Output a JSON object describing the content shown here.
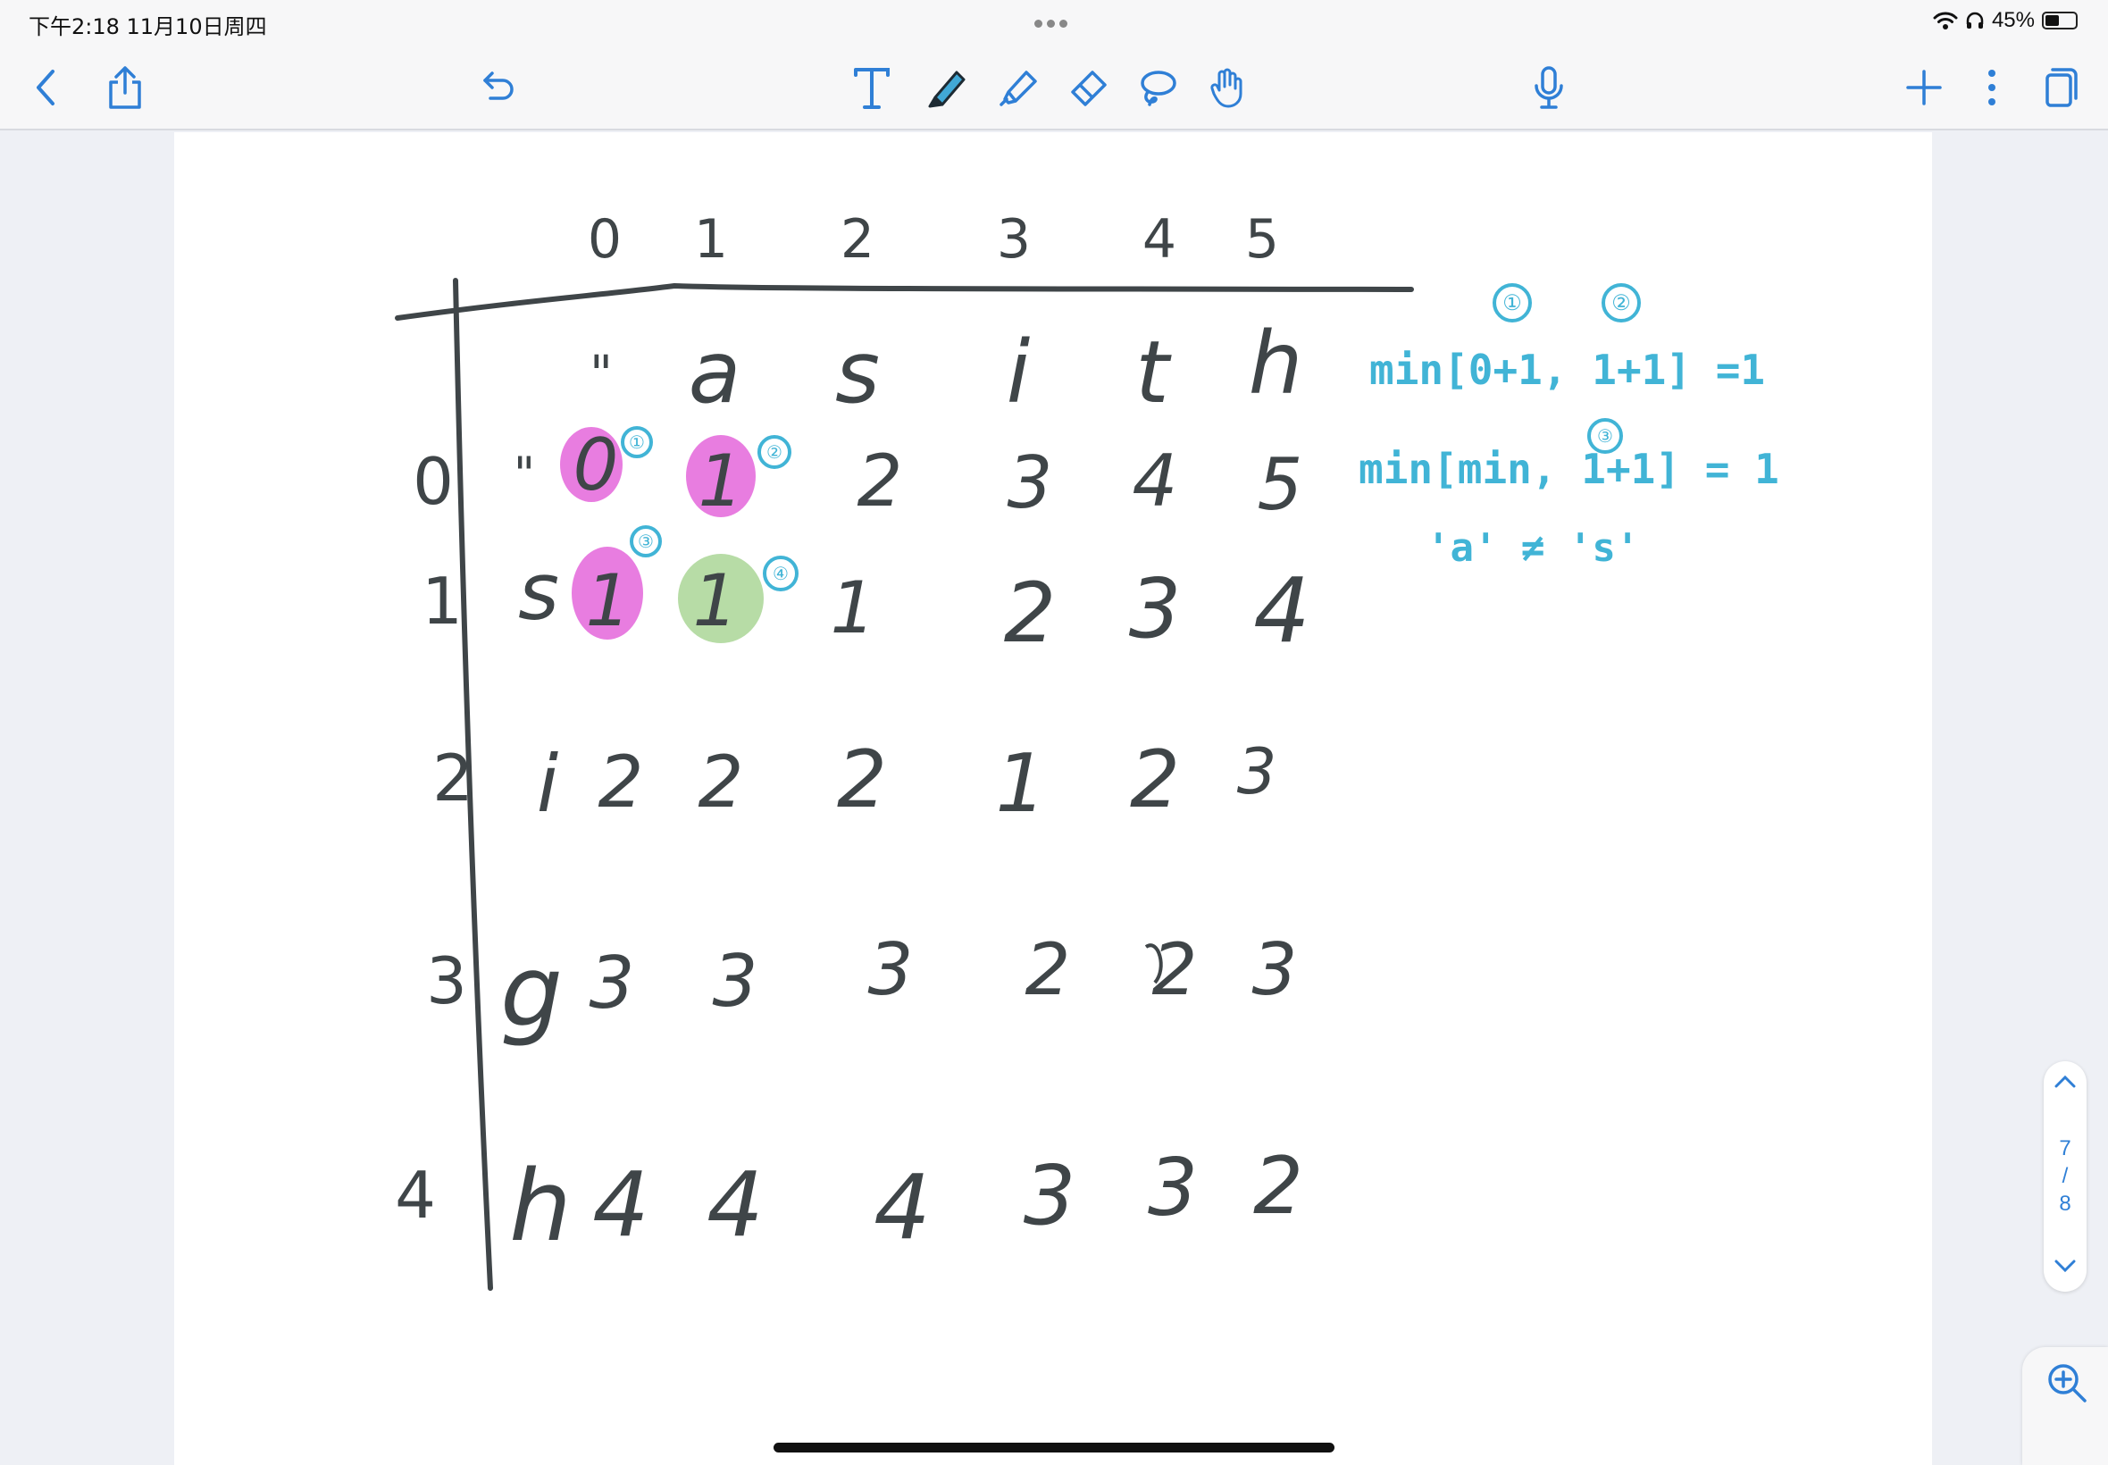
{
  "status_bar": {
    "time_date": "下午2:18   11月10日周四",
    "battery_percent_text": "45%",
    "battery_level": 0.45
  },
  "toolbar": {
    "icons": [
      "back-icon",
      "share-icon",
      "undo-icon",
      "text-tool-icon",
      "pen-icon",
      "highlighter-icon",
      "eraser-icon",
      "lasso-icon",
      "hand-icon",
      "microphone-icon",
      "add-icon",
      "more-icon",
      "pages-icon"
    ],
    "accent_color": "#2f7fd6",
    "pen_color": "#41a8d6"
  },
  "note": {
    "column_indices": [
      "0",
      "1",
      "2",
      "3",
      "4",
      "5"
    ],
    "header_chars": [
      "\"",
      "a",
      "s",
      "i",
      "t",
      "h"
    ],
    "row_indices": [
      "0",
      "1",
      "2",
      "3",
      "4"
    ],
    "row_chars": [
      "\"",
      "s",
      "i",
      "g",
      "h"
    ],
    "cells": [
      [
        "0",
        "1",
        "2",
        "3",
        "4",
        "5"
      ],
      [
        "1",
        "1",
        "1",
        "2",
        "3",
        "4"
      ],
      [
        "2",
        "2",
        "2",
        "1",
        "2",
        "3"
      ],
      [
        "3",
        "3",
        "3",
        "2",
        "2",
        "3"
      ],
      [
        "4",
        "4",
        "4",
        "3",
        "3",
        "2"
      ]
    ],
    "annotation_line1": "min[0+1, 1+1]  =1",
    "annotation_line2": "min[min, 1+1] = 1",
    "annotation_line3": "'a' ≠ 's'",
    "annotation_markers": [
      "①",
      "②",
      "③",
      "④"
    ],
    "highlight_colors": {
      "pink": "#e87de0",
      "green": "#b7dca6"
    },
    "ink_color": "#3f4548",
    "annotation_color": "#41b4d6"
  },
  "pager": {
    "current": "7",
    "separator": "/",
    "total": "8"
  }
}
